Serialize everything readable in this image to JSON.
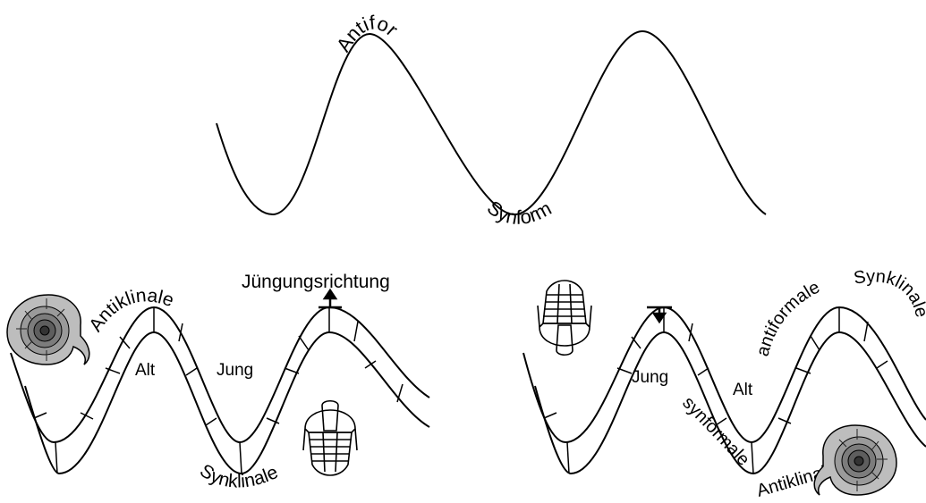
{
  "top": {
    "antiform_label": "Antiform",
    "synform_label": "Synform"
  },
  "bottom_left": {
    "antiklinale_label": "Antiklinale",
    "synklinale_label": "Synklinale",
    "alt_label": "Alt",
    "jung_label": "Jung",
    "younging_label": "Jüngungsrichtung"
  },
  "bottom_right": {
    "antiformale_label": "antiformale",
    "synklinale_label": "Synklinale",
    "synformale_label": "synformale",
    "antiklinale_label": "Antiklinale",
    "jung_label": "Jung",
    "alt_label": "Alt"
  },
  "icons": [
    "ammonite-icon",
    "trilobite-icon"
  ],
  "colors": {
    "line": "#000000",
    "background": "#ffffff"
  }
}
